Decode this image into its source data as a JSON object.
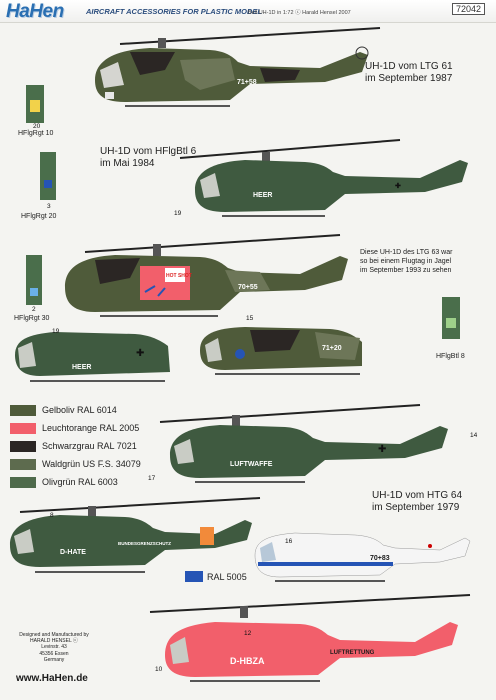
{
  "header": {
    "logo": "HaHen",
    "subtitle": "AIRCRAFT ACCESSORIES FOR PLASTIC MODEL",
    "credit": "Bell UH-1D in 1:72 ⓒ Harald Hensel 2007",
    "catalog_number": "72042"
  },
  "captions": {
    "c1_line1": "UH-1D vom LTG 61",
    "c1_line2": "im September 1987",
    "c2_line1": "UH-1D vom HFlgBtl 6",
    "c2_line2": "im Mai 1984",
    "c3_line1": "Diese UH-1D des LTG 63 war",
    "c3_line2": "so bei einem Flugtag in Jagel",
    "c3_line3": "im September 1993 zu sehen",
    "c4_line1": "UH-1D vom HTG 64",
    "c4_line2": "im September 1979"
  },
  "tags": {
    "t1": "HFlgRgt 10",
    "t2": "HFlgRgt 20",
    "t3": "HFlgRgt 30",
    "t4": "HFlgBtl 8"
  },
  "numbers": {
    "n20": "20",
    "n3": "3",
    "n2": "2",
    "n19a": "19",
    "n19b": "19",
    "n15": "15",
    "n16": "16",
    "n14": "14",
    "n17": "17",
    "n8": "8",
    "n12": "12",
    "n10": "10"
  },
  "heli_markings": {
    "heer": "HEER",
    "heer2": "HEER",
    "luftwaffe": "LUFTWAFFE",
    "bgs": "BUNDESGRENZSCHUTZ",
    "dhate": "D-HATE",
    "dhbza": "D-HBZA",
    "luftrettung": "LUFTRETTUNG",
    "serial1": "71+58",
    "serial2": "70+55",
    "serial3": "71+20",
    "serial4": "70+83",
    "hot_shot": "HOT SHOT"
  },
  "legend": [
    {
      "label": "Gelboliv RAL 6014",
      "color": "#4f5b3a"
    },
    {
      "label": "Leuchtorange RAL 2005",
      "color": "#f25f6b"
    },
    {
      "label": "Schwarzgrau RAL 7021",
      "color": "#2b2624"
    },
    {
      "label": "Waldgrün US F.S. 34079",
      "color": "#5d6b4e"
    },
    {
      "label": "Olivgrün RAL 6003",
      "color": "#4e6a4b"
    }
  ],
  "ral5005": {
    "label": "RAL 5005",
    "color": "#2554b5"
  },
  "footer": {
    "line1": "Designed and Manufactured by",
    "line2": "HARALD HENSEL ⓒ",
    "line3": "Levinstr. 43",
    "line4": "45356 Essen",
    "line5": "Germany",
    "website": "www.HaHen.de"
  },
  "colors": {
    "gelboliv": "#4f5b3a",
    "olivgruen": "#3f5a40",
    "waldgruen": "#6d7658",
    "schwarzgrau": "#2b2624",
    "leuchtorange": "#f25f6b",
    "white": "#f5f5f5",
    "blue": "#2554b5",
    "brand_blue": "#2a6fb2"
  }
}
